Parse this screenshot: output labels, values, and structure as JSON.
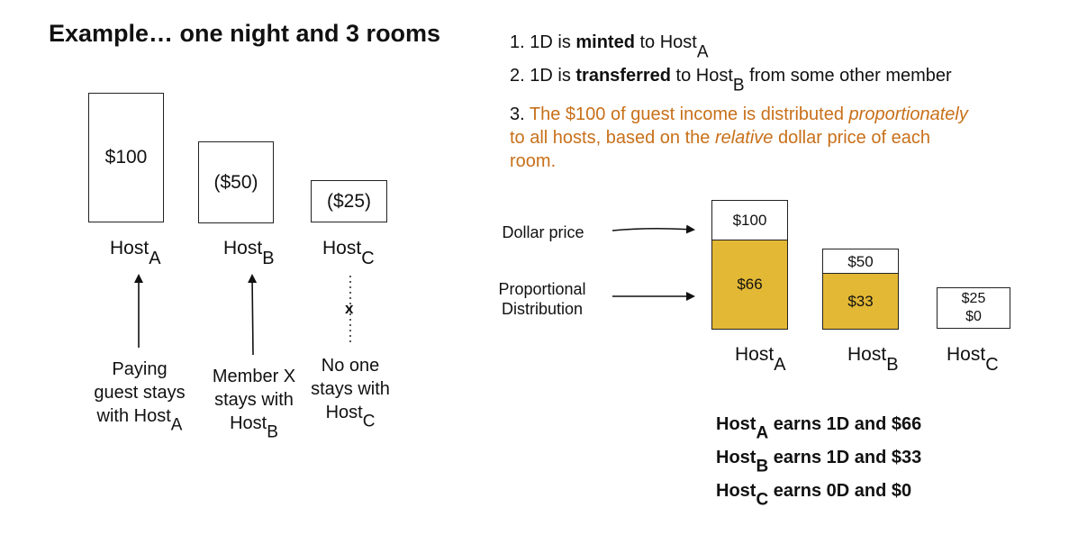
{
  "title": "Example… one night and 3 rooms",
  "left": {
    "boxes": [
      {
        "value": "$100"
      },
      {
        "value": "($50)"
      },
      {
        "value": "($25)"
      }
    ],
    "hosts": [
      {
        "name": "Host",
        "sub": "A"
      },
      {
        "name": "Host",
        "sub": "B"
      },
      {
        "name": "Host",
        "sub": "C"
      }
    ],
    "blocked_mark": "x",
    "captions": [
      {
        "line1": "Paying",
        "line2": "guest stays",
        "line3": "with Host",
        "sub": "A"
      },
      {
        "line1": "Member X",
        "line2": "stays with",
        "line3": "Host",
        "sub": "B"
      },
      {
        "line1": "No one",
        "line2": "stays with",
        "line3": "Host",
        "sub": "C"
      }
    ]
  },
  "steps": [
    {
      "num": "1.",
      "pre": "1D is ",
      "bold": "minted",
      "post": " to Host",
      "sub": "A",
      "tail": ""
    },
    {
      "num": "2.",
      "pre": "1D is ",
      "bold": "transferred",
      "post": " to Host",
      "sub": "B",
      "tail": " from some other member"
    },
    {
      "num": "3.",
      "part1": "The $100 of guest income is distributed ",
      "italic1": "proportionately",
      "part2": "to all hosts, based on the ",
      "italic2": "relative",
      "part3": " dollar price of each",
      "part4": "room."
    }
  ],
  "labels": {
    "dollar_price": "Dollar price",
    "proportional_l1": "Proportional",
    "proportional_l2": "Distribution"
  },
  "chart_data": {
    "type": "bar",
    "categories": [
      "HostA",
      "HostB",
      "HostC"
    ],
    "series": [
      {
        "name": "Dollar price",
        "values": [
          100,
          50,
          25
        ]
      },
      {
        "name": "Proportional Distribution",
        "values": [
          66,
          33,
          0
        ]
      }
    ],
    "price_labels": [
      "$100",
      "$50",
      "$25"
    ],
    "dist_labels": [
      "$66",
      "$33",
      "$0"
    ],
    "host_labels": [
      {
        "name": "Host",
        "sub": "A"
      },
      {
        "name": "Host",
        "sub": "B"
      },
      {
        "name": "Host",
        "sub": "C"
      }
    ]
  },
  "summary": [
    {
      "host": "Host",
      "sub": "A",
      "text": " earns 1D and $66"
    },
    {
      "host": "Host",
      "sub": "B",
      "text": " earns 1D and $33"
    },
    {
      "host": "Host",
      "sub": "C",
      "text": " earns 0D and $0"
    }
  ],
  "colors": {
    "orange": "#c8701a",
    "gold": "#e3b835"
  }
}
